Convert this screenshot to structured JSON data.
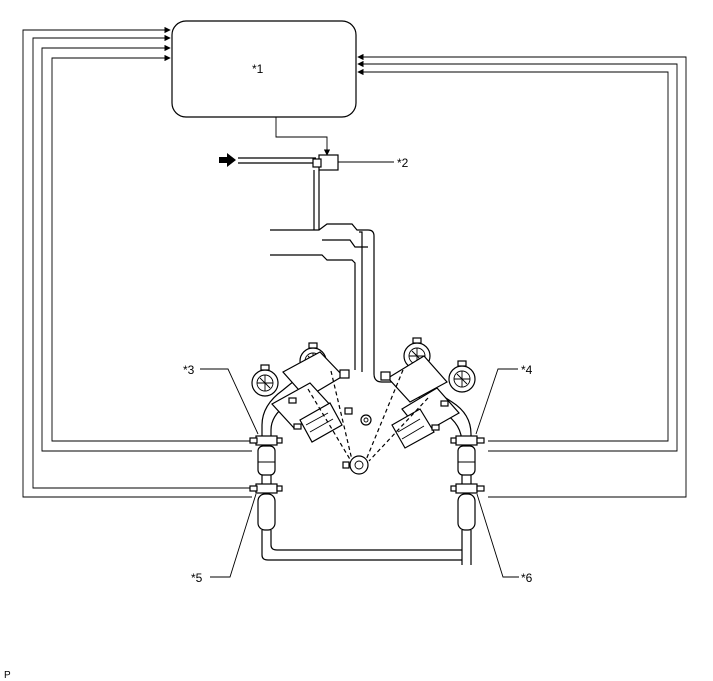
{
  "diagram": {
    "labels": {
      "ecm": "*1",
      "air_pump": "*2",
      "sensor_3": "*3",
      "sensor_4": "*4",
      "sensor_5": "*5",
      "sensor_6": "*6"
    },
    "footer_code": "P"
  }
}
